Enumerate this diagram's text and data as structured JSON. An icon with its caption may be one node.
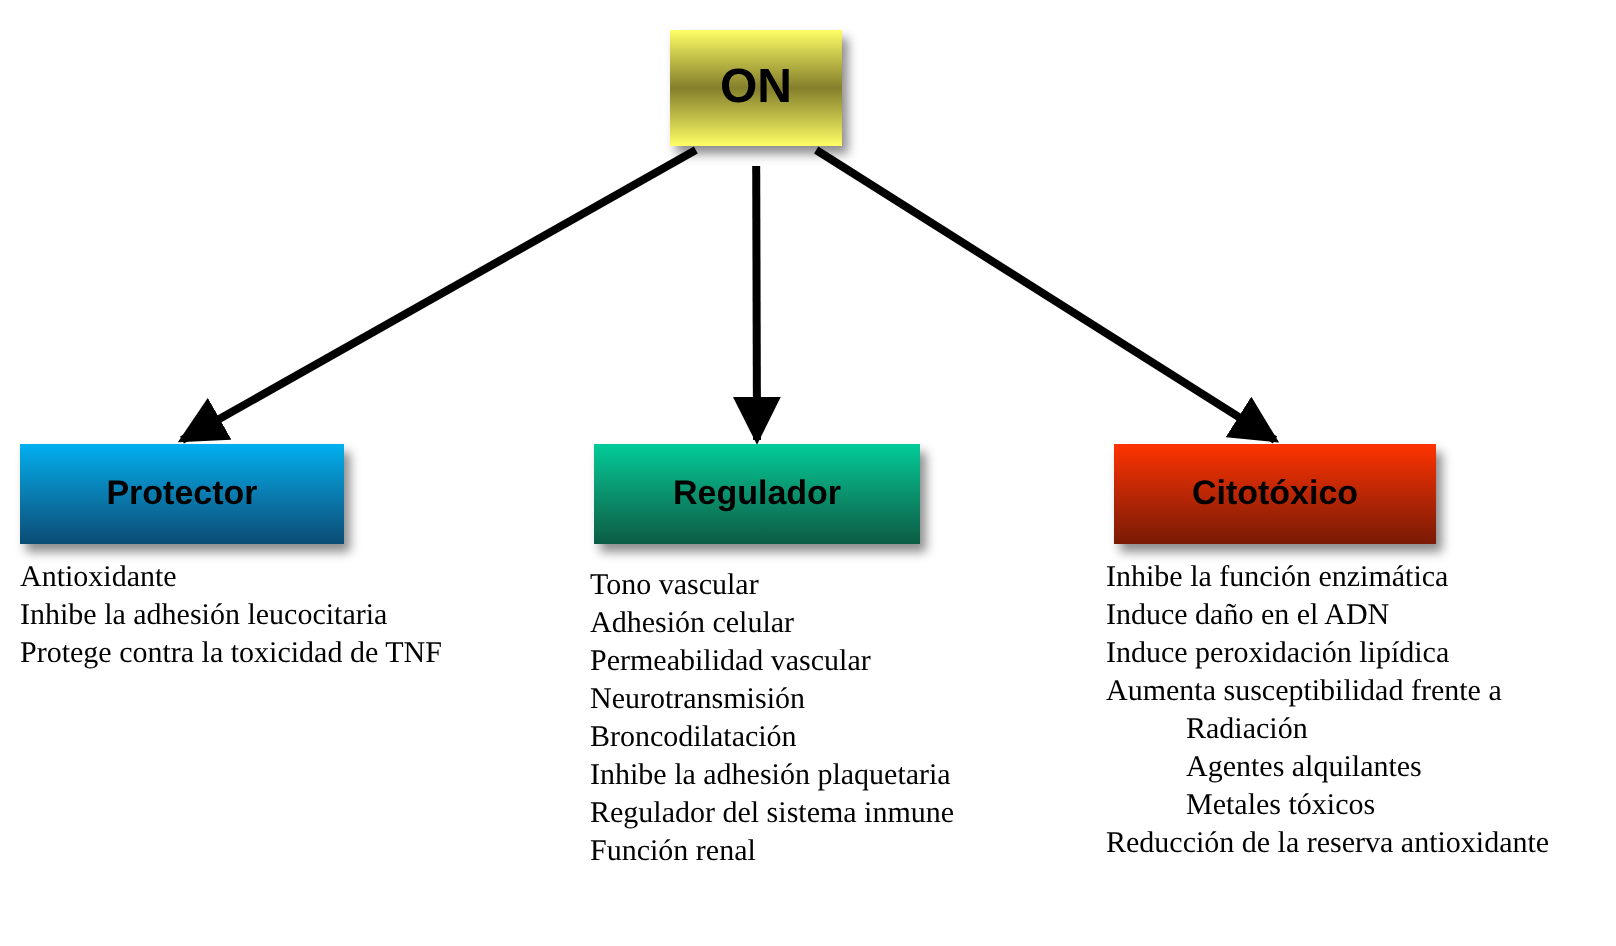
{
  "diagram": {
    "nodes": [
      {
        "text": [
          "ON"
        ]
      },
      {
        "text": [
          "Protector"
        ],
        "beside": [
          "Antioxidante",
          "Inhibe la adhesión leucocitaria",
          "Protege contra la toxicidad de TNF"
        ]
      },
      {
        "text": [
          "Regulador"
        ],
        "beside": [
          "Tono vascular",
          "Adhesión celular",
          "Permeabilidad vascular",
          "Neurotransmisión",
          "Broncodilatación",
          "Inhibe la adhesión plaquetaria",
          "Regulador del sistema inmune",
          "Función renal"
        ]
      },
      {
        "text": [
          "Citotóxico"
        ],
        "beside": [
          "Inhibe la función enzimática",
          "Induce daño en el ADN",
          "Induce peroxidación lipídica",
          "Aumenta susceptibilidad frente a",
          "Radiación",
          "Agentes alquilantes",
          "Metales tóxicos",
          "Reducción de la reserva antioxidante"
        ]
      }
    ],
    "edges": [
      {
        "from": 0,
        "to": 1,
        "arrow": "to"
      },
      {
        "from": 0,
        "to": 2,
        "arrow": "to"
      },
      {
        "from": 0,
        "to": 3,
        "arrow": "to"
      }
    ]
  }
}
